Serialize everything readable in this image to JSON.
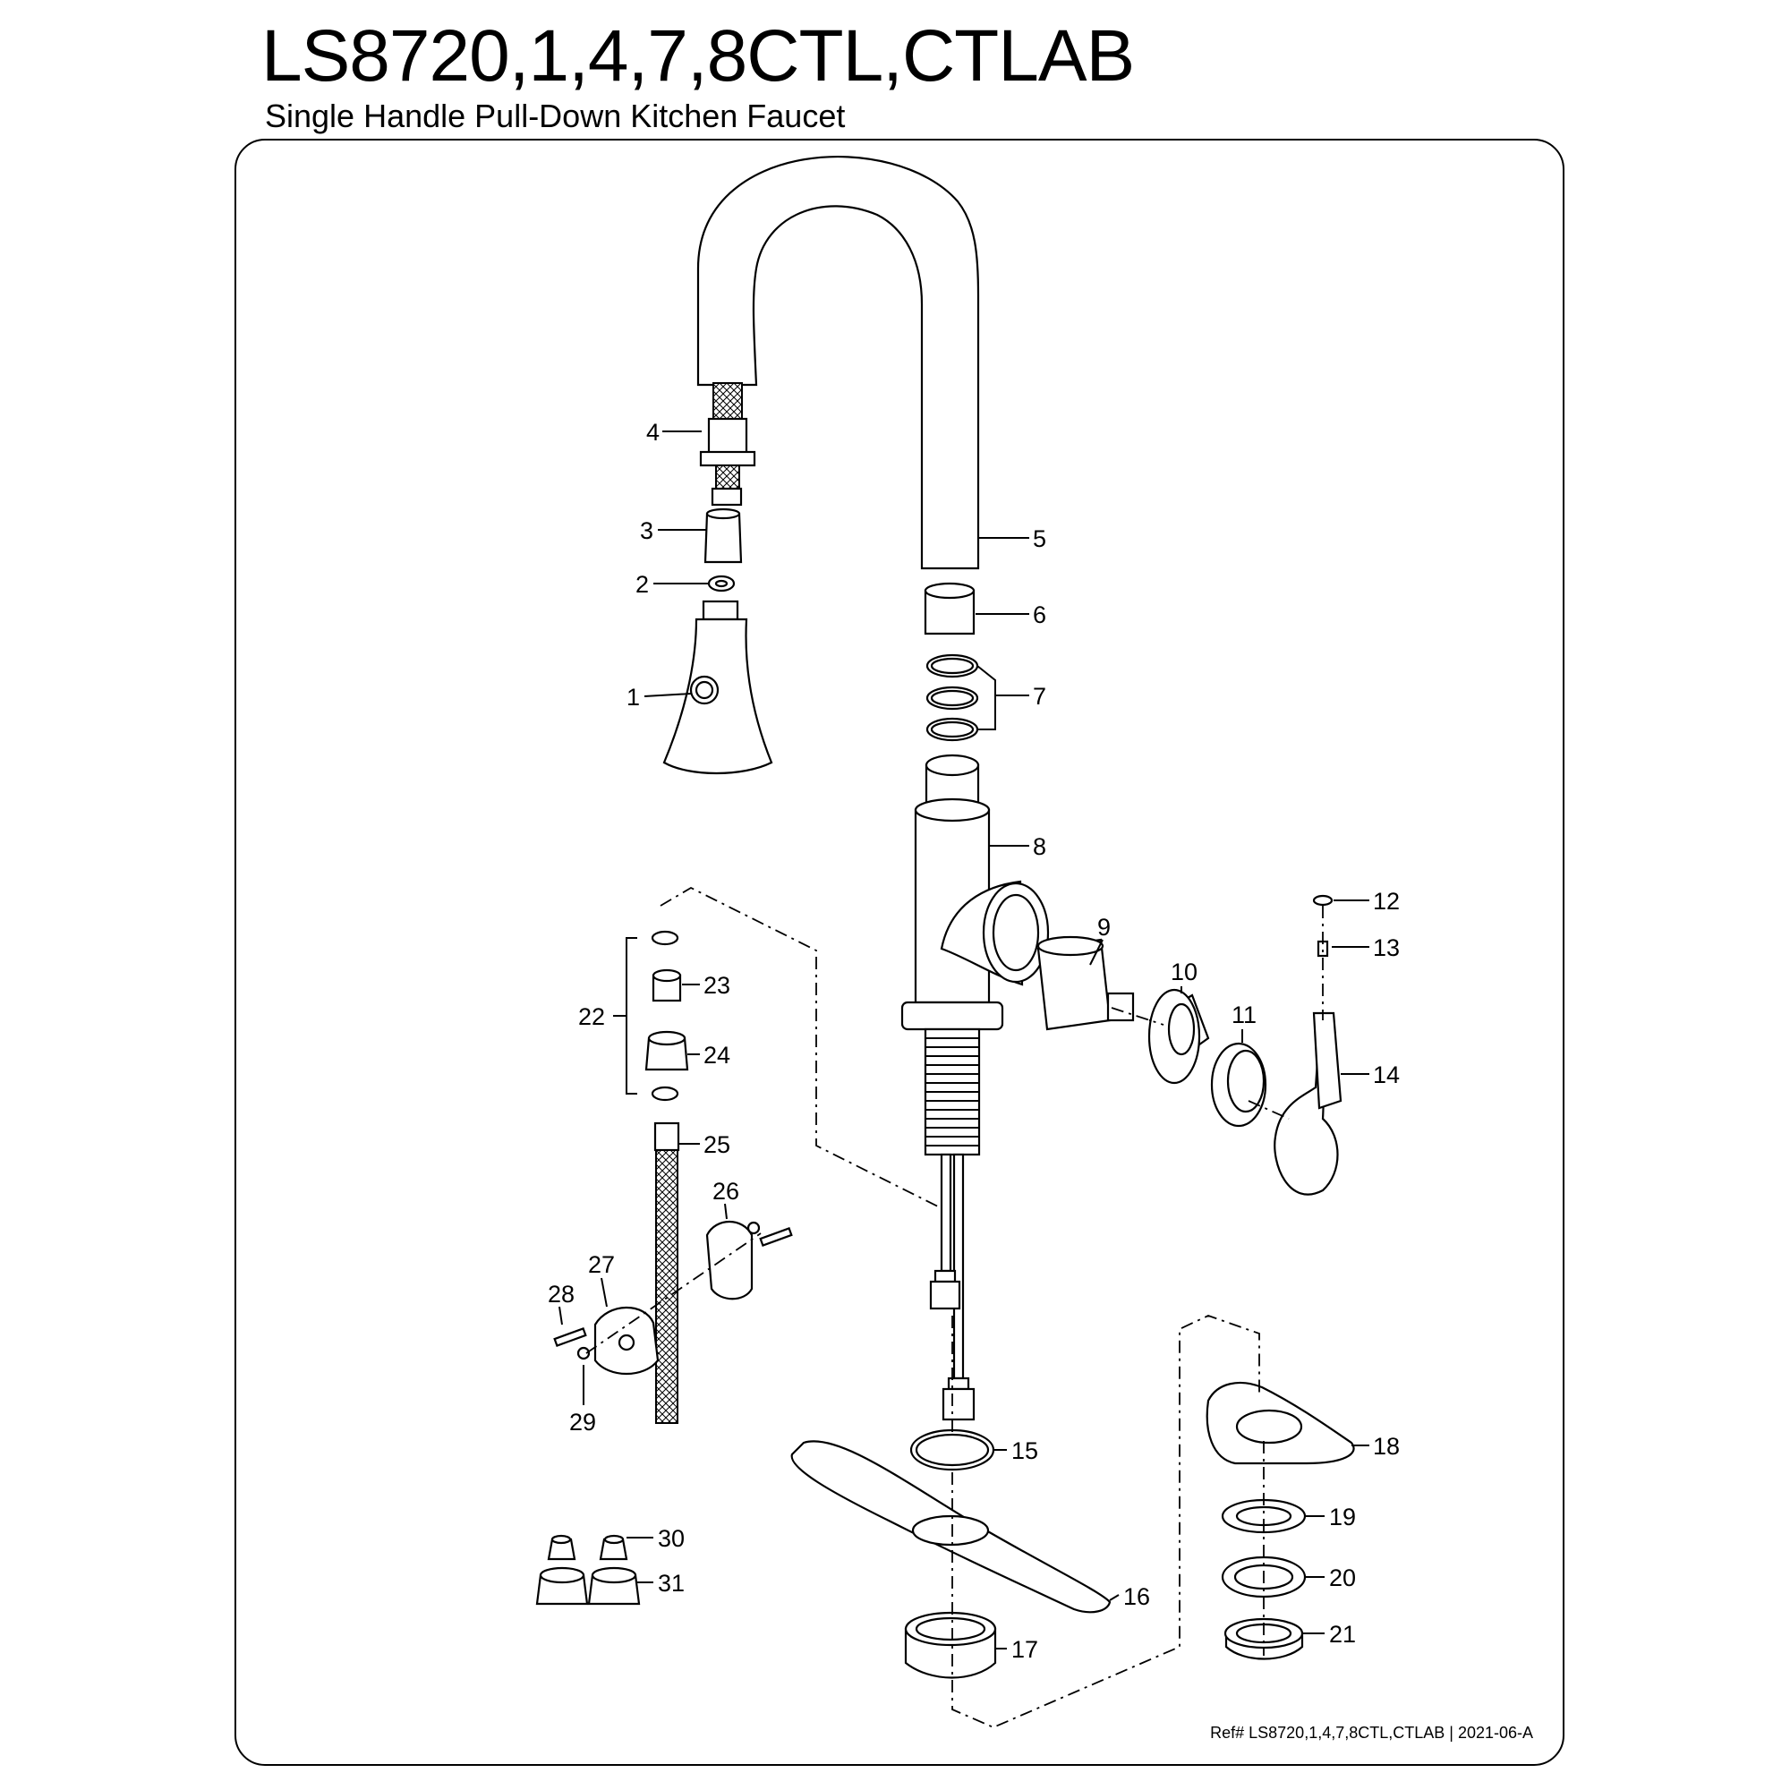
{
  "header": {
    "title": "LS8720,1,4,7,8CTL,CTLAB",
    "subtitle": "Single Handle Pull-Down Kitchen Faucet"
  },
  "footer": {
    "ref": "Ref# LS8720,1,4,7,8CTL,CTLAB | 2021-06-A"
  },
  "callouts": [
    "1",
    "2",
    "3",
    "4",
    "5",
    "6",
    "7",
    "8",
    "9",
    "10",
    "11",
    "12",
    "13",
    "14",
    "15",
    "16",
    "17",
    "18",
    "19",
    "20",
    "21",
    "22",
    "23",
    "24",
    "25",
    "26",
    "27",
    "28",
    "29",
    "30",
    "31"
  ]
}
